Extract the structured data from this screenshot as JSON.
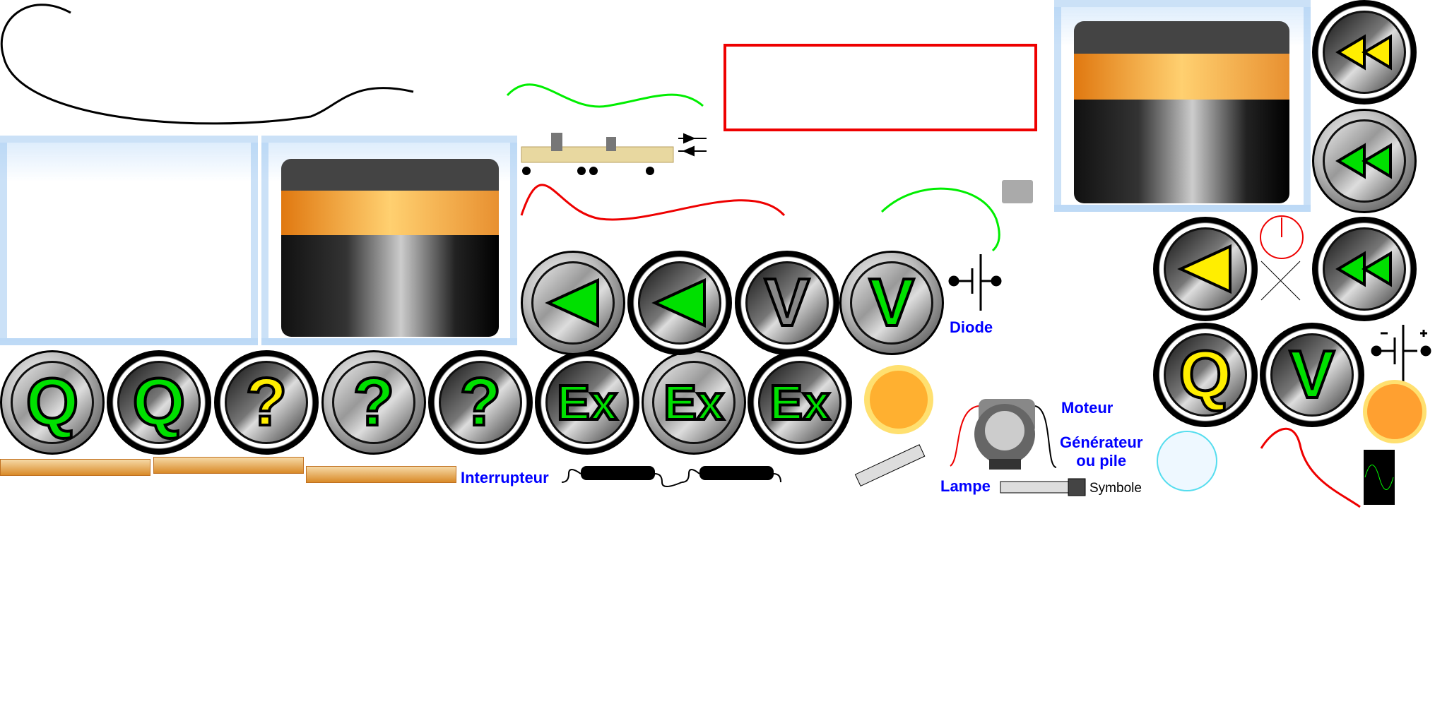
{
  "labels": {
    "diode": "Diode",
    "interrupteur": "Interrupteur",
    "moteur": "Moteur",
    "generateur": "Générateur\nou pile",
    "lampe": "Lampe",
    "symbole": "Symbole"
  },
  "buttons": {
    "row1": [
      {
        "glyph": "Q",
        "color": "#00e000",
        "style": "light"
      },
      {
        "glyph": "Q",
        "color": "#00e000",
        "style": "dark"
      },
      {
        "glyph": "?",
        "color": "#ffee00",
        "style": "dark"
      },
      {
        "glyph": "?",
        "color": "#00e000",
        "style": "light"
      },
      {
        "glyph": "?",
        "color": "#00e000",
        "style": "dark"
      },
      {
        "glyph": "Ex",
        "color": "#00e000",
        "style": "dark"
      },
      {
        "glyph": "Ex",
        "color": "#00e000",
        "style": "light"
      },
      {
        "glyph": "Ex",
        "color": "#00e000",
        "style": "dark"
      }
    ],
    "row2": [
      {
        "glyph": "back-triangle",
        "color": "#00e000",
        "style": "light"
      },
      {
        "glyph": "back-triangle",
        "color": "#00e000",
        "style": "dark"
      },
      {
        "glyph": "V",
        "color": "#888888",
        "style": "dark"
      },
      {
        "glyph": "V",
        "color": "#00e000",
        "style": "light"
      }
    ],
    "right": [
      {
        "glyph": "rewind",
        "color": "#ffee00",
        "style": "dark"
      },
      {
        "glyph": "rewind",
        "color": "#00e000",
        "style": "light"
      },
      {
        "glyph": "rewind",
        "color": "#00e000",
        "style": "dark"
      },
      {
        "glyph": "back-triangle",
        "color": "#ffee00",
        "style": "dark"
      },
      {
        "glyph": "Q",
        "color": "#ffee00",
        "style": "dark"
      },
      {
        "glyph": "V",
        "color": "#00e000",
        "style": "dark"
      }
    ]
  },
  "colors": {
    "label": "#0000ff",
    "red_frame": "#ee0000",
    "wire_green": "#00ee00",
    "wire_red": "#ee0000"
  }
}
